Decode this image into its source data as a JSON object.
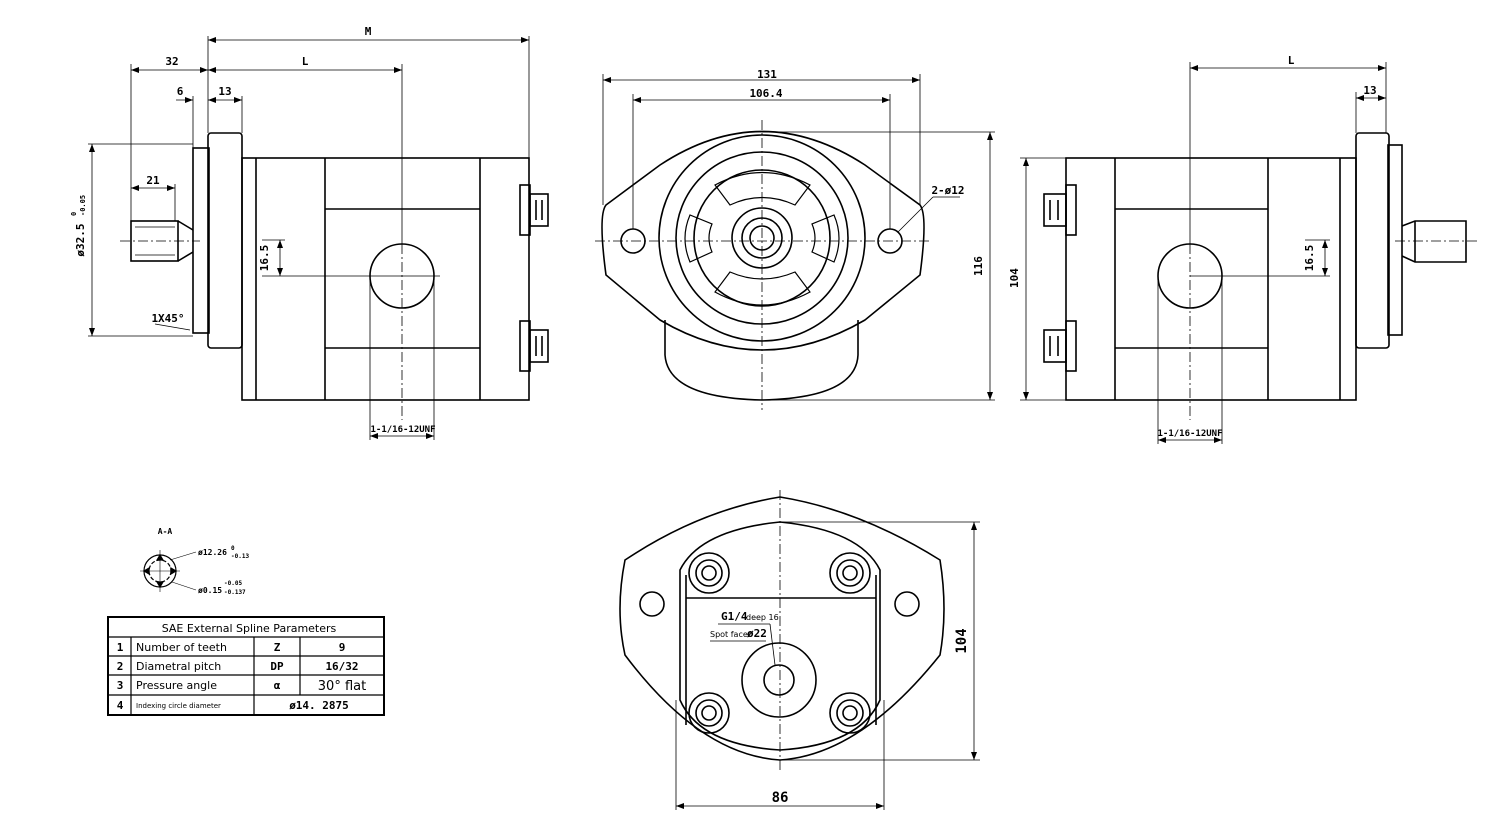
{
  "dims": {
    "m": "M",
    "d32": "32",
    "l_left": "L",
    "d6": "6",
    "d13_left": "13",
    "d21": "21",
    "dia_shaft": "ø32.5",
    "dia_shaft_tol_up": "0",
    "dia_shaft_tol_low": "-0.05",
    "d16_5_left": "16.5",
    "chamfer": "1X45°",
    "port_left": "1-1/16-12UNF",
    "d131": "131",
    "d106_4": "106.4",
    "holes": "2-ø12",
    "d116": "116",
    "d104_right": "104",
    "l_right": "L",
    "d13_right": "13",
    "d16_5_right": "16.5",
    "port_right": "1-1/16-12UNF",
    "section": "A-A",
    "spline_major": "ø12.26",
    "spline_major_tol_up": "0",
    "spline_major_tol_low": "-0.13",
    "spline_minor": "ø0.15",
    "spline_minor_tol_up": "-0.05",
    "spline_minor_tol_low": "-0.137",
    "thread": "G1/4",
    "deep": "deep 16",
    "spot_facer": "Spot facer",
    "spot_dia": "ø22",
    "d104_bottom": "104",
    "d86": "86"
  },
  "table": {
    "title": "SAE External Spline Parameters",
    "rows": [
      {
        "n": "1",
        "label": "Number of teeth",
        "sym": "Z",
        "value": "9"
      },
      {
        "n": "2",
        "label": "Diametral pitch",
        "sym": "DP",
        "value": "16/32"
      },
      {
        "n": "3",
        "label": "Pressure angle",
        "sym": "α",
        "value": "30° flat"
      },
      {
        "n": "4",
        "label": "Indexing circle diameter",
        "sym": "",
        "value": "ø14. 2875"
      }
    ]
  }
}
